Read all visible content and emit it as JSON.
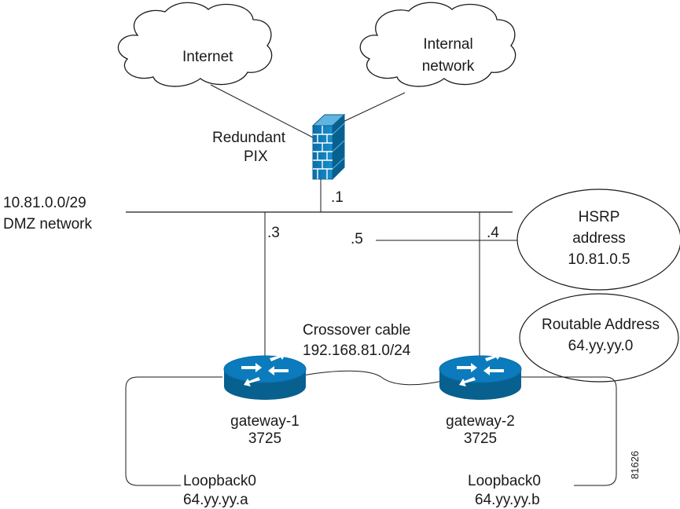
{
  "clouds": {
    "internet": "Internet",
    "internal_line1": "Internal",
    "internal_line2": "network"
  },
  "firewall": {
    "line1": "Redundant",
    "line2": "PIX",
    "interface": ".1"
  },
  "dmz": {
    "subnet": "10.81.0.0/29",
    "name": "DMZ network",
    "g1_interface": ".3",
    "hsrp_interface": ".5",
    "g2_interface": ".4"
  },
  "hsrp": {
    "line1": "HSRP",
    "line2": "address",
    "line3": "10.81.0.5"
  },
  "routable": {
    "line1": "Routable Address",
    "line2": "64.yy.yy.0"
  },
  "crossover": {
    "line1": "Crossover cable",
    "line2": "192.168.81.0/24"
  },
  "gateway1": {
    "name": "gateway-1",
    "model": "3725",
    "loopback": "Loopback0",
    "loopback_addr": "64.yy.yy.a"
  },
  "gateway2": {
    "name": "gateway-2",
    "model": "3725",
    "loopback": "Loopback0",
    "loopback_addr": "64.yy.yy.b"
  },
  "figure_id": "81626",
  "colors": {
    "device_blue": "#0b7bbd",
    "device_dark": "#08608f",
    "line": "#1a1a1a"
  }
}
